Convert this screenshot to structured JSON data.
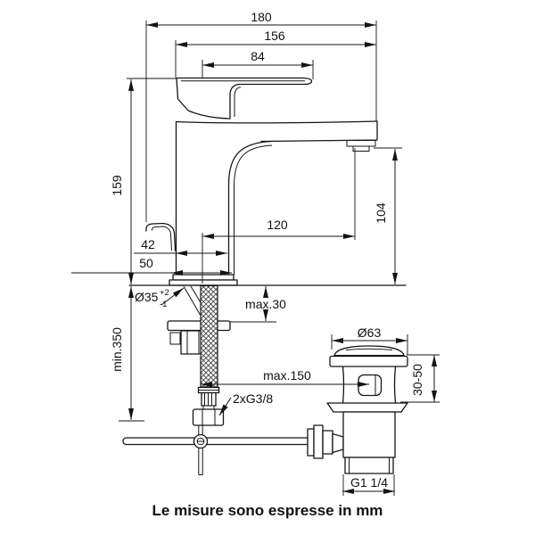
{
  "drawing": {
    "caption": "Le misure sono espresse in mm",
    "dims": {
      "total_depth": "180",
      "spout_depth": "156",
      "handle_depth": "84",
      "height": "159",
      "spout_height": "104",
      "spout_reach": "120",
      "body_depth": "42",
      "base_depth": "50",
      "hole": "Ø35",
      "hole_tol_plus": "+2",
      "hole_tol_minus": "-1",
      "deck_thickness": "max.30",
      "hose_length": "min.350",
      "rod_to_drain": "max.150",
      "supply_connection": "2xG3/8",
      "waste_cap": "Ø63",
      "waste_deck_range": "30-50",
      "waste_thread": "G1 1/4"
    }
  }
}
